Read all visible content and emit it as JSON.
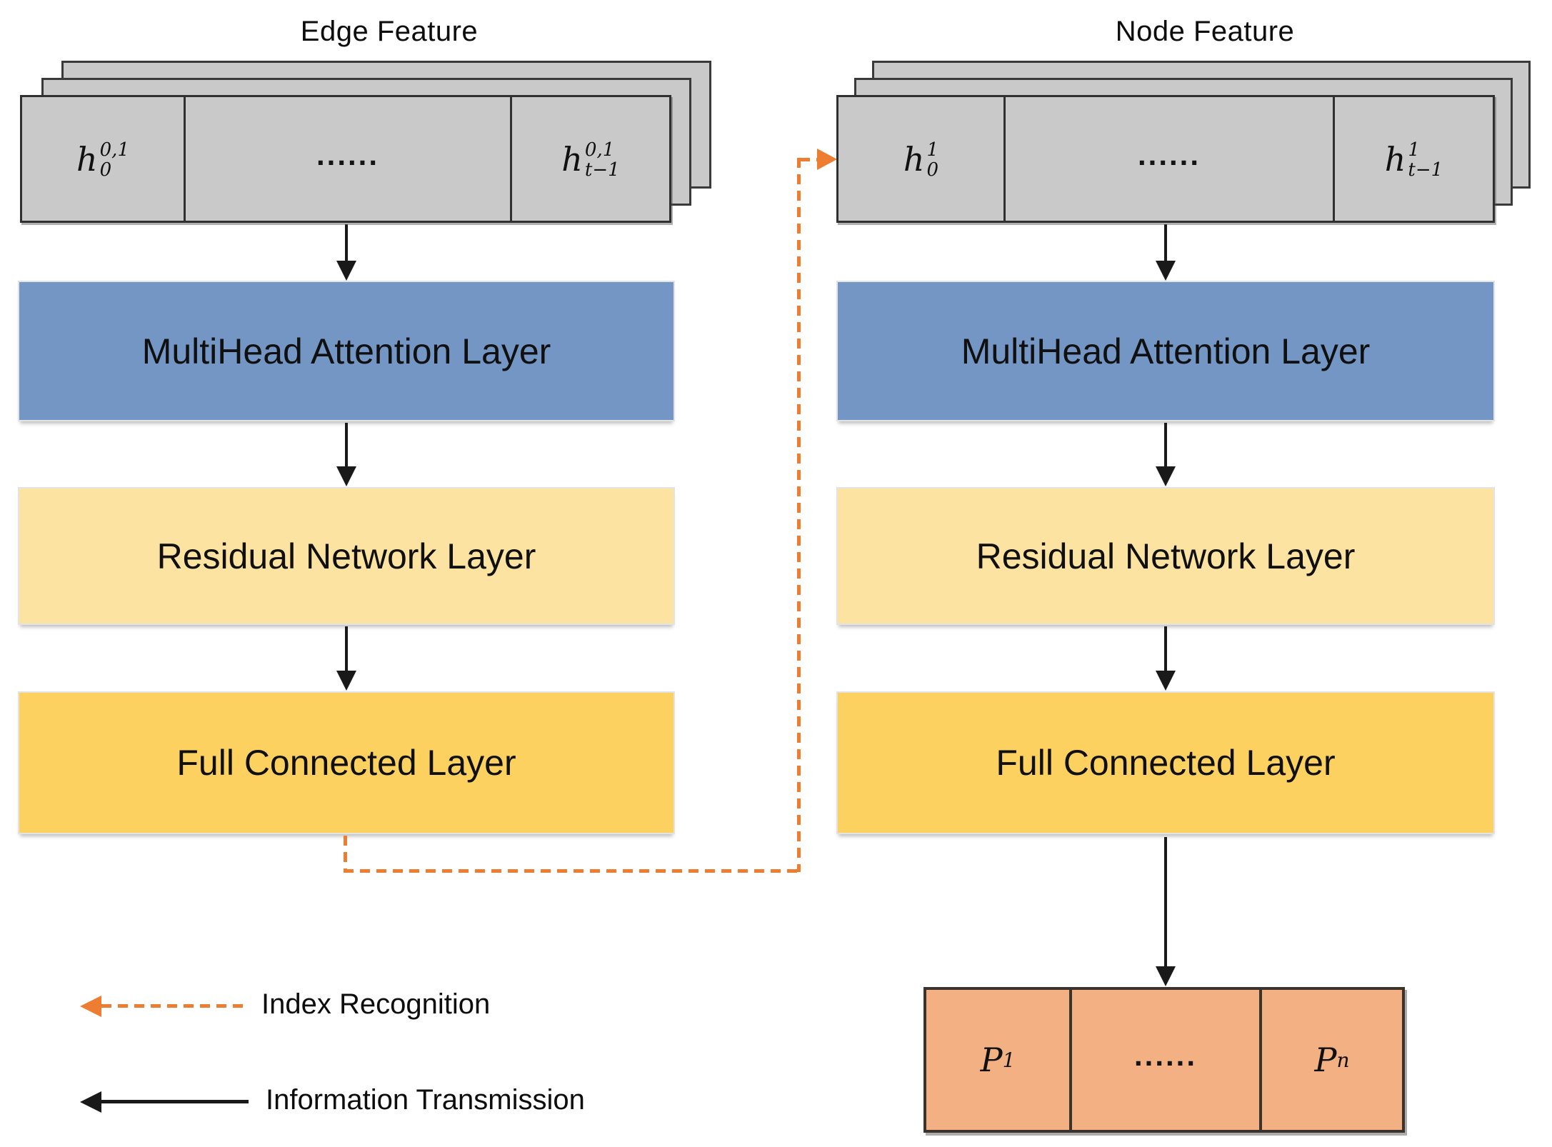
{
  "edge_branch": {
    "title": "Edge Feature",
    "feature_array": {
      "first": {
        "base": "h",
        "sup": "0,1",
        "sub": "0"
      },
      "dots": "......",
      "last": {
        "base": "h",
        "sup": "0,1",
        "sub": "t−1"
      }
    },
    "attention_layer": "MultiHead Attention Layer",
    "residual_layer": "Residual Network Layer",
    "fc_layer": "Full Connected Layer"
  },
  "node_branch": {
    "title": "Node Feature",
    "feature_array": {
      "first": {
        "base": "h",
        "sup": "1",
        "sub": "0"
      },
      "dots": "......",
      "last": {
        "base": "h",
        "sup": "1",
        "sub": "t−1"
      }
    },
    "attention_layer": "MultiHead Attention Layer",
    "residual_layer": "Residual Network Layer",
    "fc_layer": "Full Connected Layer",
    "output_array": {
      "first": {
        "base": "P",
        "sub": "1"
      },
      "dots": "......",
      "last": {
        "base": "P",
        "sub": "n"
      }
    }
  },
  "legend": {
    "index_recognition": "Index Recognition",
    "information_transmission": "Information Transmission"
  },
  "colors": {
    "array_gray": "#c9c9c9",
    "attention_blue": "#7396c4",
    "residual_yellow": "#fce3a1",
    "fc_gold": "#fcd15f",
    "output_orange": "#f2b083",
    "accent_orange": "#ed7d31",
    "ink": "#191919"
  }
}
